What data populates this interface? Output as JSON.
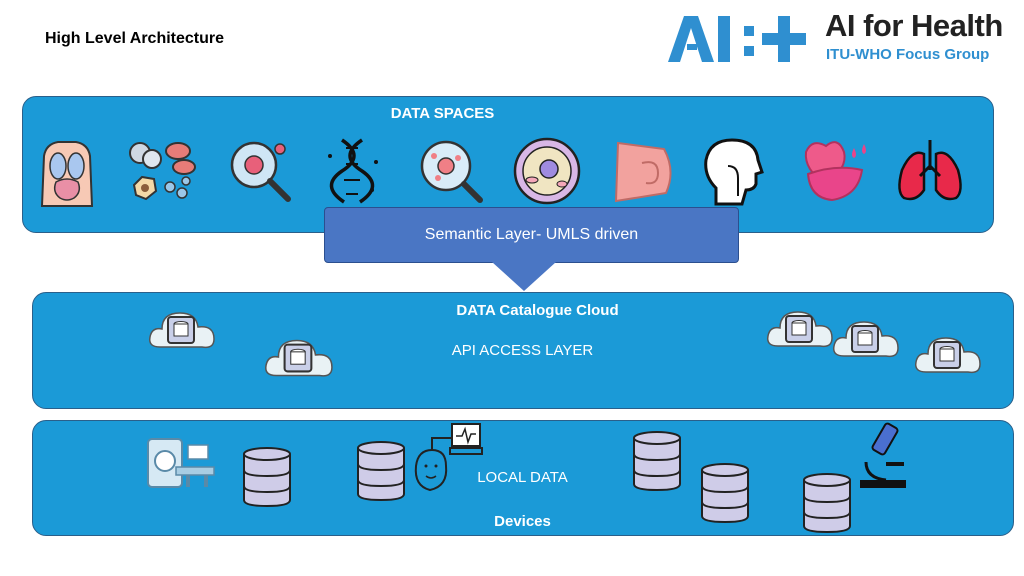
{
  "page": {
    "title": "High Level Architecture"
  },
  "logo": {
    "mark": "AI:+",
    "title": "AI for Health",
    "subtitle": "ITU-WHO Focus Group"
  },
  "data_spaces": {
    "label": "DATA SPACES",
    "icons": [
      "torso-organs-icon",
      "cells-icon",
      "virus-magnifier-icon",
      "dna-icon",
      "microscope-lens-icon",
      "cell-icon",
      "ear-icon",
      "head-profile-icon",
      "heart-liver-icon",
      "lungs-icon"
    ]
  },
  "semantic_layer": {
    "label": "Semantic Layer- UMLS driven"
  },
  "catalogue": {
    "label": "DATA Catalogue Cloud",
    "sublabel": "API ACCESS LAYER",
    "icon": "cloud-database-icon"
  },
  "local": {
    "label": "LOCAL DATA",
    "sublabel": "Devices",
    "icons": [
      "mri-scanner-icon",
      "database-icon",
      "patient-monitor-icon",
      "microscope-icon"
    ]
  }
}
